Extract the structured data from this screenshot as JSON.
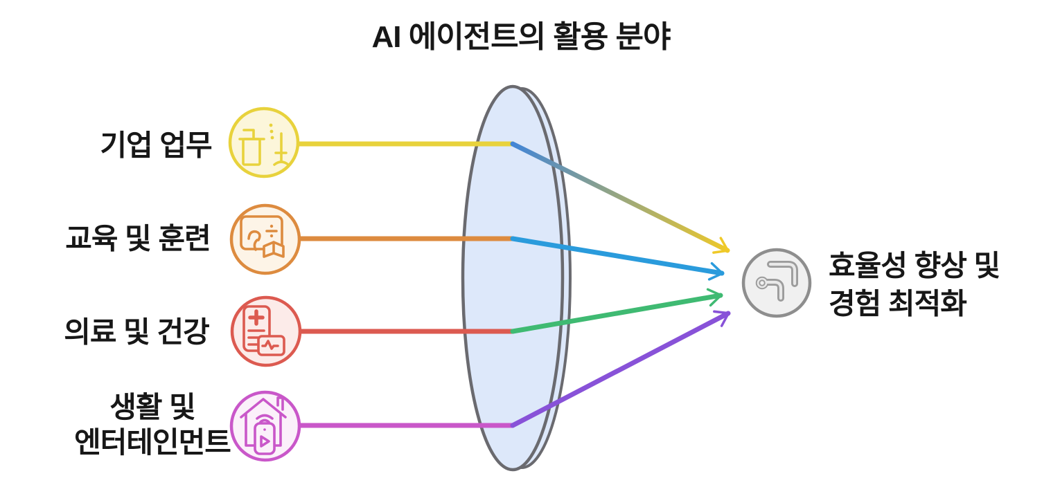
{
  "title": "AI 에이전트의 활용 분야",
  "items": [
    {
      "id": "business",
      "label": "기업 업무",
      "icon": "desk-chair-icon",
      "color": "#E8D23C",
      "circle_fill": "#FCF6DA",
      "beam_out_color": "#4285D6",
      "beam_out_end": "#EFC928"
    },
    {
      "id": "education",
      "label": "교육 및 훈련",
      "icon": "whiteboard-book-icon",
      "color": "#DD8B3F",
      "circle_fill": "#FDF4E7",
      "beam_out_color": "#2A9BDC",
      "beam_out_end": "#2A9BDC"
    },
    {
      "id": "medical",
      "label": "의료 및 건강",
      "icon": "medical-record-icon",
      "color": "#DC5A50",
      "circle_fill": "#FCEBE9",
      "beam_out_color": "#3FBA72",
      "beam_out_end": "#3FBA72"
    },
    {
      "id": "lifestyle",
      "label": "생활 및\n엔터테인먼트",
      "icon": "smart-home-icon",
      "color": "#C957C9",
      "circle_fill": "#FBF0FA",
      "beam_out_color": "#8852D8",
      "beam_out_end": "#8852D8"
    }
  ],
  "lens": {
    "fill": "#DDE8FA",
    "stroke": "#6A6A6F"
  },
  "result": {
    "label": "효율성 향상 및\n경험 최적화",
    "icon": "bent-arrow-icon",
    "circle_fill": "#F0F0F0",
    "circle_stroke": "#8E8E8E",
    "icon_color": "#9C9C9C",
    "icon_inner_color": "#E9E9E9"
  },
  "background": "#FFFFFF",
  "text_color": "#171717"
}
